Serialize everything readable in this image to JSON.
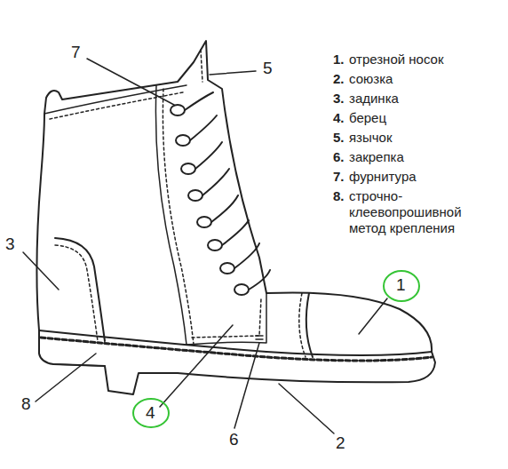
{
  "diagram": {
    "labels": [
      "7",
      "5",
      "1.",
      "отрезной носок",
      "2.",
      "союзка",
      "3.",
      "задинка",
      "4.",
      "берец",
      "5.",
      "язычок",
      "6.",
      "закрепка",
      "7.",
      "фурнитура",
      "8.",
      "строчно-клеевопрошивной метод крепления",
      "3",
      "1",
      "8",
      "4",
      "6",
      "2"
    ]
  }
}
